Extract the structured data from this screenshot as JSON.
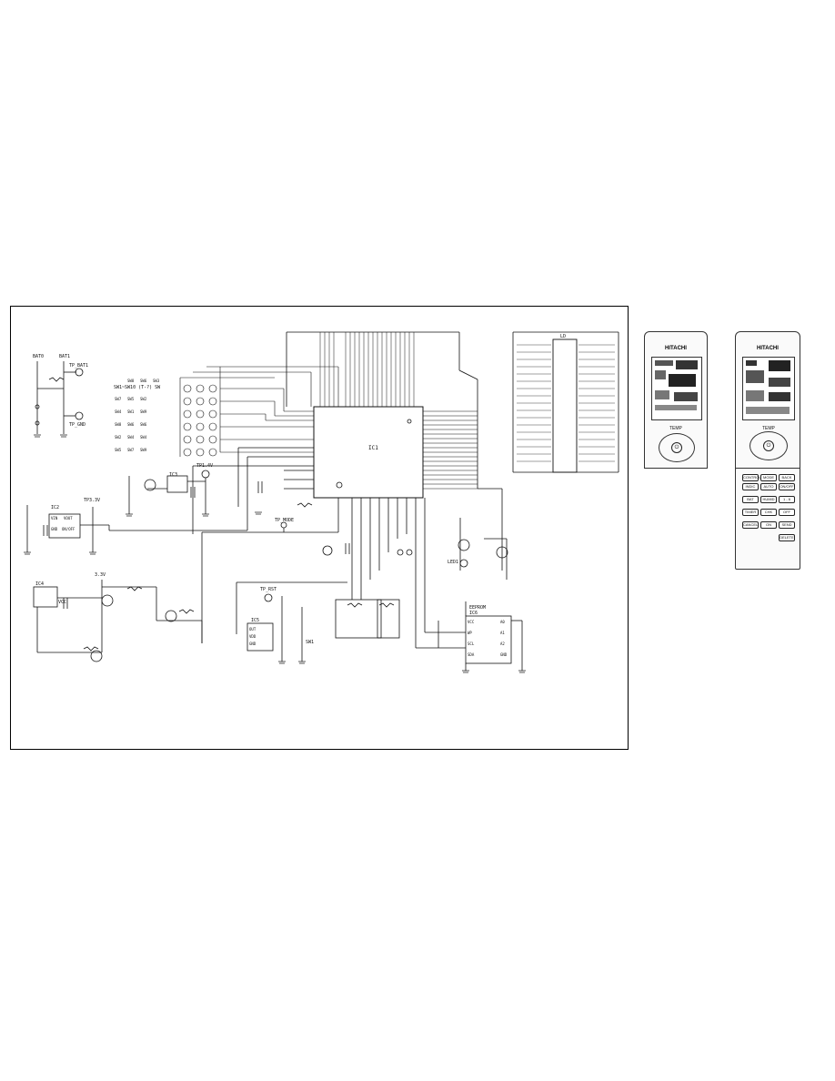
{
  "schematic": {
    "ic_main": "IC1",
    "ic_power": "IC2",
    "ic_reset": "IC4",
    "ic_detect": "IC3",
    "ic_ir": "IC5",
    "eeprom_label": "EEPROM",
    "eeprom_ic": "IC6",
    "lcd_label": "LD",
    "bat_label": "BAT1",
    "bat0_label": "BAT0",
    "tp_bat": "TP_BAT1",
    "tp_gnd": "TP_GND",
    "tp_3v": "TP3.3V",
    "tp_5v": "TP1.4V",
    "tp_rst": "TP_RST",
    "tp_mode": "TP_MODE",
    "switch_header": "SW1~SW10 (T-?) SW",
    "sw_rows": [
      [
        "SW8",
        "SW6",
        "SW3"
      ],
      [
        "SW7",
        "SW5",
        "SW2"
      ],
      [
        "SW4",
        "SW1",
        "SW9"
      ],
      [
        "SW8",
        "SW6",
        "SW6"
      ],
      [
        "SW2",
        "SW4",
        "SW4"
      ],
      [
        "SW5",
        "SW7",
        "SW9"
      ]
    ],
    "vcc": "VCC",
    "v33": "3.3V",
    "eeprom_pins_left": [
      "VCC",
      "WP",
      "SCL",
      "SDA"
    ],
    "eeprom_pins_right": [
      "A0",
      "A1",
      "A2",
      "GND"
    ],
    "ic5_pins": [
      "OUT",
      "VDD",
      "GND"
    ],
    "ic2_pins": [
      "VIN",
      "VOUT",
      "GND",
      "ON/OFF"
    ],
    "sw_label": "SW1",
    "led_label": "LED1"
  },
  "remote_left": {
    "brand": "HITACHI",
    "temp_label": "TEMP"
  },
  "remote_right": {
    "brand": "HITACHI",
    "temp_label": "TEMP",
    "buttons": [
      "CONTROL",
      "MODE",
      "BACK",
      "INDIC",
      "AUTO",
      "ON/OFF",
      "BAT",
      "HUMID",
      "1 - 6",
      "TIMER",
      "CHK",
      "OFF",
      "CANCEL",
      "ON",
      "SEND",
      "DELETE"
    ]
  }
}
